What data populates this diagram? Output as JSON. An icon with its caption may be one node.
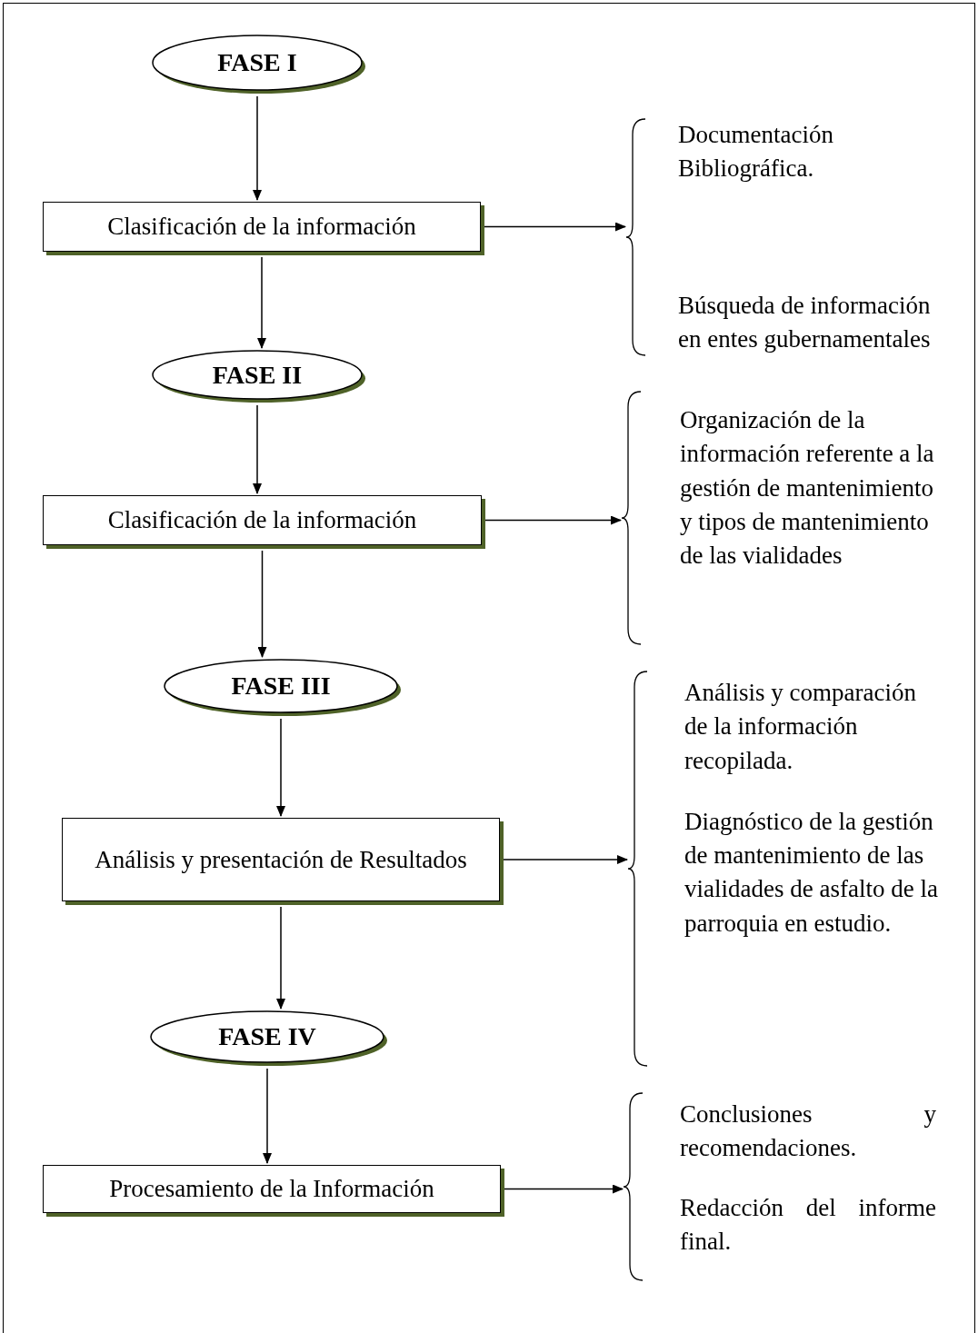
{
  "diagram": {
    "nodes": [
      {
        "text": [
          "FASE I"
        ]
      },
      {
        "text": [
          "Clasificación de la información"
        ]
      },
      {
        "text": [
          "Documentación Bibliográfica.",
          "Búsqueda de información en entes gubernamentales"
        ]
      },
      {
        "text": [
          "FASE II"
        ]
      },
      {
        "text": [
          "Clasificación de la información"
        ]
      },
      {
        "text": [
          "Organización de la información referente a la gestión de mantenimiento y tipos de mantenimiento de las vialidades"
        ]
      },
      {
        "text": [
          "FASE III"
        ]
      },
      {
        "text": [
          "Análisis y presentación de Resultados"
        ]
      },
      {
        "text": [
          "Análisis y comparación de la información recopilada.",
          "Diagnóstico de la gestión de mantenimiento de las vialidades de asfalto de la parroquia en estudio."
        ]
      },
      {
        "text": [
          "FASE IV"
        ]
      },
      {
        "text": [
          "Procesamiento de la Información"
        ]
      },
      {
        "text": [
          "Conclusiones y recomendaciones.",
          "Redacción del informe final."
        ]
      }
    ],
    "edges": [
      {
        "from": 0,
        "to": 1,
        "arrow": "to"
      },
      {
        "from": 1,
        "to": 2,
        "arrow": "to"
      },
      {
        "from": 1,
        "to": 3,
        "arrow": "to"
      },
      {
        "from": 3,
        "to": 4,
        "arrow": "to"
      },
      {
        "from": 4,
        "to": 5,
        "arrow": "to"
      },
      {
        "from": 4,
        "to": 6,
        "arrow": "to"
      },
      {
        "from": 6,
        "to": 7,
        "arrow": "to"
      },
      {
        "from": 7,
        "to": 8,
        "arrow": "to"
      },
      {
        "from": 7,
        "to": 9,
        "arrow": "to"
      },
      {
        "from": 9,
        "to": 10,
        "arrow": "to"
      },
      {
        "from": 10,
        "to": 11,
        "arrow": "to"
      }
    ]
  }
}
